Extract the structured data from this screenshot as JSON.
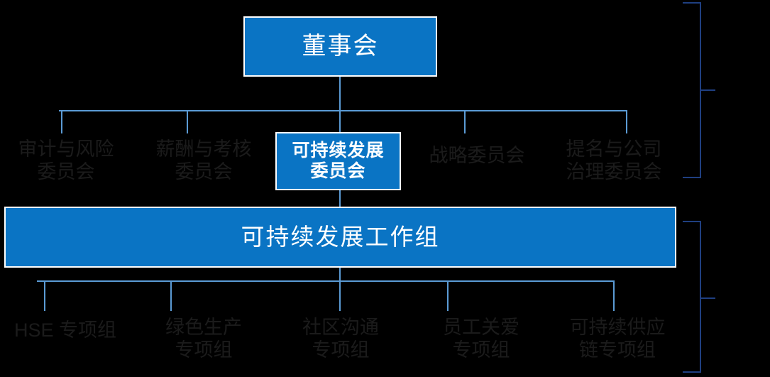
{
  "colors": {
    "background": "#000000",
    "box_fill": "#0a74c4",
    "box_border": "#ffffff",
    "box_text": "#ffffff",
    "label_text": "#1b1b1b",
    "connector_line": "#5b9bd5",
    "bracket_line": "#1f3f81"
  },
  "org_chart": {
    "top": {
      "label": "董事会"
    },
    "committees": [
      {
        "name": "audit",
        "line1": "审计与风险",
        "line2": "委员会",
        "highlighted": false
      },
      {
        "name": "compensation",
        "line1": "薪酬与考核",
        "line2": "委员会",
        "highlighted": false
      },
      {
        "name": "sustainability",
        "line1": "可持续发展",
        "line2": "委员会",
        "highlighted": true
      },
      {
        "name": "strategy",
        "line1": "战略委员会",
        "line2": "",
        "highlighted": false
      },
      {
        "name": "nomination",
        "line1": "提名与公司",
        "line2": "治理委员会",
        "highlighted": false
      }
    ],
    "workgroup": {
      "label": "可持续发展工作组"
    },
    "task_groups": [
      {
        "name": "hse",
        "line1": "HSE 专项组",
        "line2": ""
      },
      {
        "name": "green-production",
        "line1": "绿色生产",
        "line2": "专项组"
      },
      {
        "name": "community",
        "line1": "社区沟通",
        "line2": "专项组"
      },
      {
        "name": "employee-care",
        "line1": "员工关爱",
        "line2": "专项组"
      },
      {
        "name": "supply-chain",
        "line1": "可持续供应",
        "line2": "链专项组"
      }
    ]
  }
}
